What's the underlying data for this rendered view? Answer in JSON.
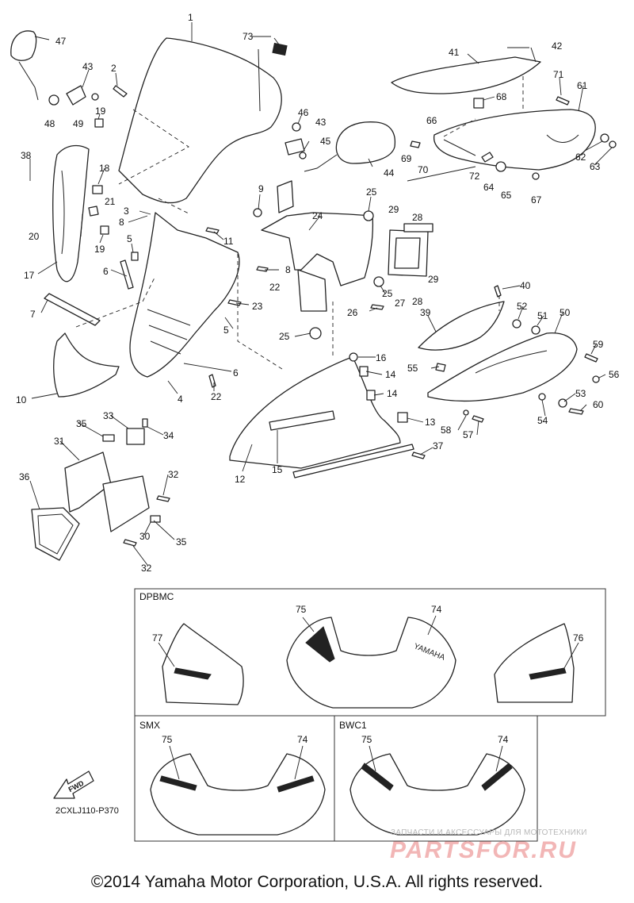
{
  "callouts": [
    "1",
    "2",
    "3",
    "4",
    "5",
    "5",
    "6",
    "6",
    "7",
    "8",
    "8",
    "9",
    "10",
    "11",
    "12",
    "13",
    "14",
    "14",
    "15",
    "16",
    "17",
    "18",
    "19",
    "19",
    "20",
    "21",
    "22",
    "22",
    "23",
    "24",
    "25",
    "25",
    "25",
    "26",
    "27",
    "28",
    "28",
    "29",
    "29",
    "30",
    "31",
    "32",
    "32",
    "33",
    "34",
    "35",
    "35",
    "36",
    "37",
    "38",
    "39",
    "40",
    "41",
    "42",
    "43",
    "43",
    "44",
    "45",
    "46",
    "47",
    "48",
    "49",
    "50",
    "51",
    "52",
    "53",
    "54",
    "55",
    "56",
    "57",
    "58",
    "59",
    "60",
    "61",
    "62",
    "63",
    "64",
    "65",
    "66",
    "67",
    "68",
    "69",
    "70",
    "71",
    "72",
    "73",
    "74",
    "74",
    "74",
    "75",
    "75",
    "75",
    "76",
    "77"
  ],
  "variants": {
    "dpbmc": "DPBMC",
    "smx": "SMX",
    "bwc1": "BWC1"
  },
  "decal_text": "YAMAHA",
  "fwd_label": "FWD",
  "diagram_code": "2CXLJ110-P370",
  "watermark": {
    "subtitle": "ЗАПЧАСТИ И АКСЕССУАРЫ ДЛЯ МОТОТЕХНИКИ",
    "logo": "PARTSFOR.RU"
  },
  "copyright": "©2014 Yamaha Motor Corporation, U.S.A. All rights reserved."
}
